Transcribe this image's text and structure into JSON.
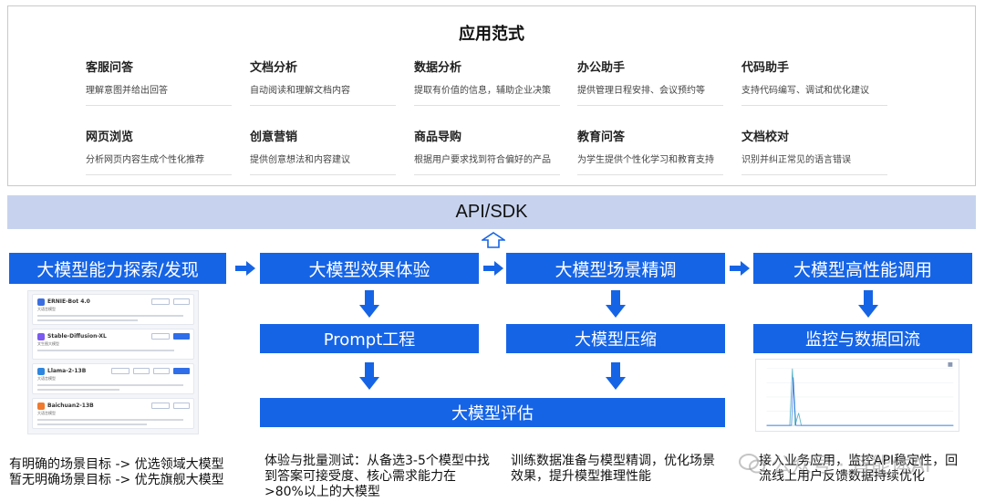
{
  "paradigm": {
    "title": "应用范式",
    "apps": [
      {
        "name": "客服问答",
        "desc": "理解意图并给出回答"
      },
      {
        "name": "文档分析",
        "desc": "自动阅读和理解文档内容"
      },
      {
        "name": "数据分析",
        "desc": "提取有价值的信息，辅助企业决策"
      },
      {
        "name": "办公助手",
        "desc": "提供管理日程安排、会议预约等"
      },
      {
        "name": "代码助手",
        "desc": "支持代码编写、调试和优化建议"
      },
      {
        "name": "网页浏览",
        "desc": "分析网页内容生成个性化推荐"
      },
      {
        "name": "创意营销",
        "desc": "提供创意想法和内容建议"
      },
      {
        "name": "商品导购",
        "desc": "根据用户要求找到符合偏好的产品"
      },
      {
        "name": "教育问答",
        "desc": "为学生提供个性化学习和教育支持"
      },
      {
        "name": "文档校对",
        "desc": "识别并纠正常见的语言错误"
      }
    ]
  },
  "api": {
    "label": "API/SDK"
  },
  "stages": {
    "explore": "大模型能力探索/发现",
    "experience": "大模型效果体验",
    "prompt": "Prompt工程",
    "evaluate": "大模型评估",
    "tune": "大模型场景精调",
    "compress": "大模型压缩",
    "invoke": "大模型高性能调用",
    "monitor": "监控与数据回流"
  },
  "models": [
    {
      "name": "ERNIE-Bot 4.0",
      "tag": "大语言模型",
      "color": "#3b6fe0"
    },
    {
      "name": "Stable-Diffusion-XL",
      "tag": "文生图大模型",
      "color": "#7a5af0"
    },
    {
      "name": "Llama-2-13B",
      "tag": "大语言模型",
      "color": "#2e86de"
    },
    {
      "name": "Baichuan2-13B",
      "tag": "大语言模型",
      "color": "#f07a2e"
    }
  ],
  "captions": {
    "explore": [
      "有明确的场景目标 -> 优选领域大模型",
      "暂无明确场景目标 -> 优先旗舰大模型"
    ],
    "experience": [
      "体验与批量测试：从备选3-5个模型中找",
      "到答案可接受度、核心需求能力在",
      ">80%以上的大模型"
    ],
    "tune": [
      "训练数据准备与模型精调，优化场景",
      "效果，提升模型推理性能"
    ],
    "invoke": [
      "接入业务应用，监控API稳定性，回",
      "流线上用户反馈数据持续优化"
    ]
  },
  "watermark": {
    "text": "公众号 · 智能体AI"
  },
  "colors": {
    "stage": "#1664e6",
    "api": "#c7d3ee",
    "arrow": "#1664e6"
  }
}
